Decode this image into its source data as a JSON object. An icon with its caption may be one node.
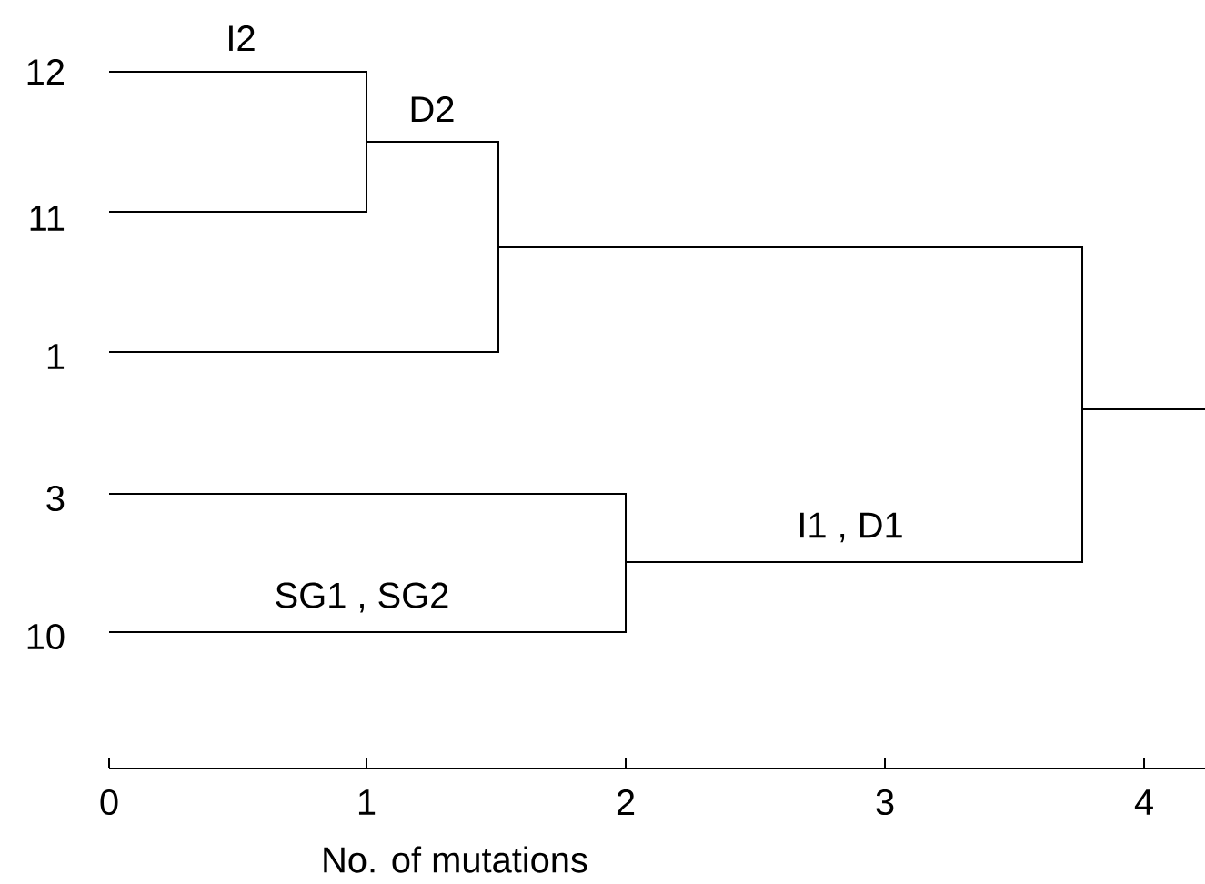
{
  "diagram": {
    "labels": [
      "I2",
      "12",
      "D2",
      "11",
      "1",
      "3",
      "I1 , D1",
      "SG1 , SG2",
      "10",
      "0",
      "1",
      "2",
      "3",
      "4",
      "No. of mutations"
    ]
  }
}
